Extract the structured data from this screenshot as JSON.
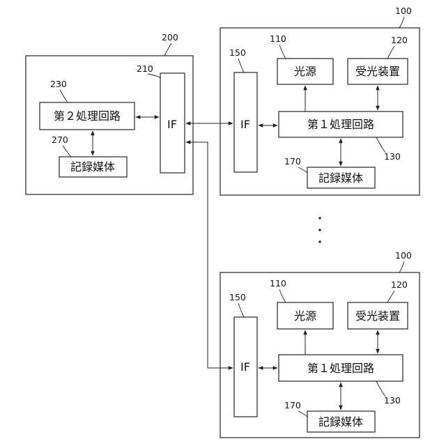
{
  "device_200": {
    "ref": "200",
    "interface": {
      "ref": "210",
      "label": "IF"
    },
    "processor": {
      "ref": "230",
      "label": "第２処理回路"
    },
    "storage": {
      "ref": "270",
      "label": "記録媒体"
    }
  },
  "device_100_top": {
    "ref": "100",
    "interface": {
      "ref": "150",
      "label": "IF"
    },
    "light_source": {
      "ref": "110",
      "label": "光源"
    },
    "receiver": {
      "ref": "120",
      "label": "受光装置"
    },
    "processor": {
      "ref": "130",
      "label": "第１処理回路"
    },
    "storage": {
      "ref": "170",
      "label": "記録媒体"
    }
  },
  "device_100_bottom": {
    "ref": "100",
    "interface": {
      "ref": "150",
      "label": "IF"
    },
    "light_source": {
      "ref": "110",
      "label": "光源"
    },
    "receiver": {
      "ref": "120",
      "label": "受光装置"
    },
    "processor": {
      "ref": "130",
      "label": "第１処理回路"
    },
    "storage": {
      "ref": "170",
      "label": "記録媒体"
    }
  }
}
